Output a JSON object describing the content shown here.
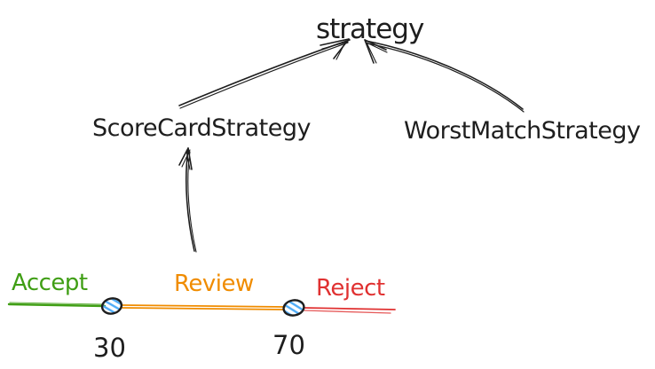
{
  "diagram": {
    "title": "strategy",
    "classes": [
      {
        "label": "ScoreCardStrategy"
      },
      {
        "label": "WorstMatchStrategy"
      }
    ],
    "relations": [
      {
        "from": "ScoreCardStrategy",
        "to": "strategy"
      },
      {
        "from": "WorstMatchStrategy",
        "to": "strategy"
      },
      {
        "from": "score-scale",
        "to": "ScoreCardStrategy"
      }
    ],
    "scale": {
      "zones": [
        {
          "label": "Accept",
          "color": "#3f9e14"
        },
        {
          "label": "Review",
          "color": "#f08c00"
        },
        {
          "label": "Reject",
          "color": "#e03131"
        }
      ],
      "thresholds": [
        {
          "value": "30"
        },
        {
          "value": "70"
        }
      ],
      "marker_fill": "#4dabf7"
    },
    "colors": {
      "ink": "#1e1e1e"
    }
  }
}
